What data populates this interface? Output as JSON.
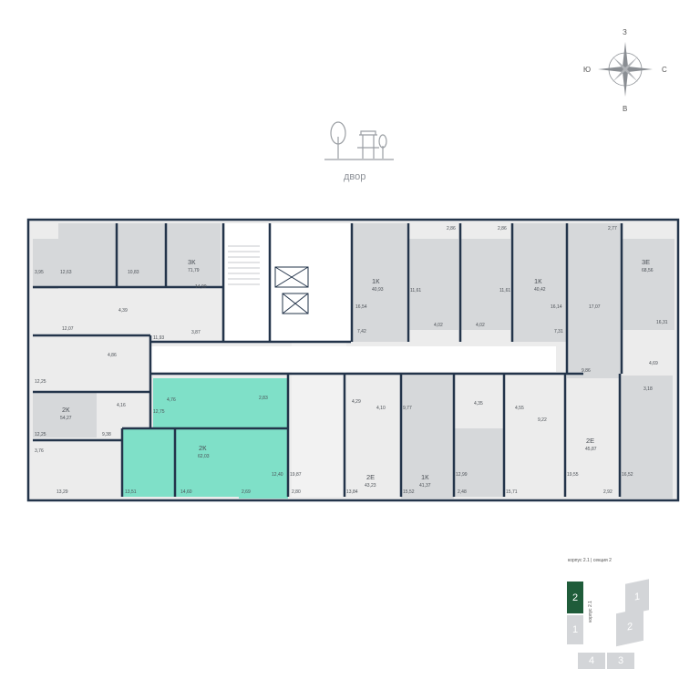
{
  "compass": {
    "north": "З",
    "south": "В",
    "west": "Ю",
    "east": "С"
  },
  "yard_label": "двор",
  "colors": {
    "selected": "#7fe0c8",
    "wall": "#23344a",
    "grey_unit": "#d6d8da",
    "light_unit": "#ececec",
    "key_active": "#1f5c3a",
    "key_inactive": "#d3d5d8"
  },
  "apartments": [
    {
      "code": "3К",
      "area": "71,79"
    },
    {
      "code": "1К",
      "area": "40,93"
    },
    {
      "code": "1К",
      "area": "40,42"
    },
    {
      "code": "3Е",
      "area": "68,56"
    },
    {
      "code": "2К",
      "area": "54,27"
    },
    {
      "code": "2К",
      "area": "62,03"
    },
    {
      "code": "2Е",
      "area": "43,23"
    },
    {
      "code": "1К",
      "area": "41,37"
    },
    {
      "code": "2Е",
      "area": "45,87"
    }
  ],
  "rooms": [
    "3,95",
    "12,63",
    "10,83",
    "14,90",
    "4,39",
    "12,07",
    "11,93",
    "3,87",
    "16,54",
    "11,61",
    "11,61",
    "16,14",
    "17,07",
    "16,31",
    "2,86",
    "2,86",
    "2,77",
    "7,42",
    "4,02",
    "4,02",
    "7,31",
    "4,69",
    "3,18",
    "9,86",
    "12,25",
    "12,25",
    "3,76",
    "13,29",
    "9,38",
    "4,16",
    "4,76",
    "12,75",
    "2,83",
    "4,29",
    "4,10",
    "9,77",
    "4,35",
    "4,55",
    "9,22",
    "12,40",
    "19,87",
    "13,51",
    "14,60",
    "2,69",
    "2,80",
    "13,84",
    "15,52",
    "12,99",
    "2,48",
    "15,71",
    "19,55",
    "2,92",
    "16,52",
    "4,86"
  ],
  "key_plan": {
    "caption": "корпус 2.1 | секция 2",
    "building": "корпус 2.1",
    "sections_left": [
      "2",
      "1"
    ],
    "sections_right": [
      "1",
      "2"
    ],
    "sections_bottom": [
      "4",
      "3"
    ]
  }
}
